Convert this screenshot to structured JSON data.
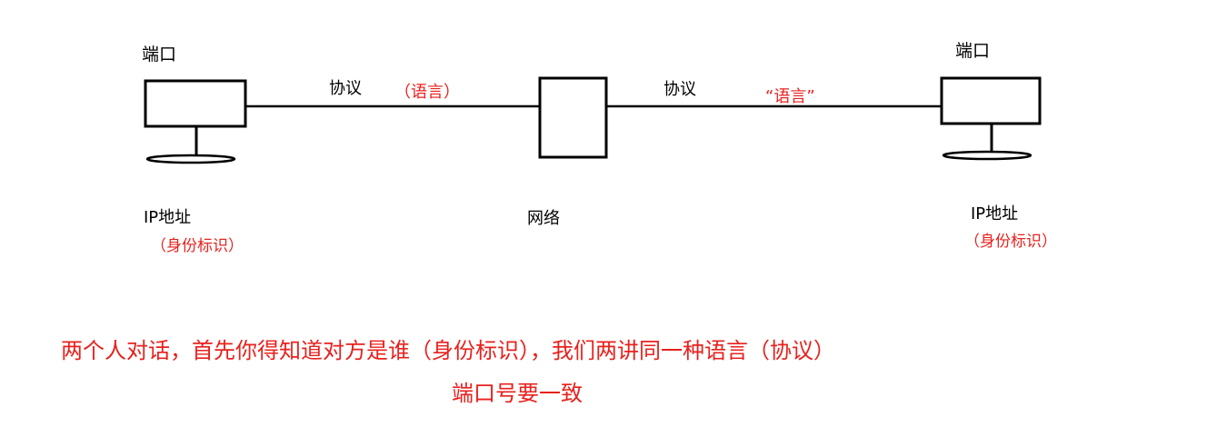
{
  "colors": {
    "line": "#000000",
    "accent_red": "#e8211d",
    "background": "#ffffff"
  },
  "left_host": {
    "port_label": "端口",
    "ip_label": "IP地址",
    "identity_note": "（身份标识）"
  },
  "right_host": {
    "port_label": "端口",
    "ip_label": "IP地址",
    "identity_note": "（身份标识）"
  },
  "network": {
    "label": "网络"
  },
  "left_link": {
    "protocol_label": "协议",
    "language_note": "（语言）"
  },
  "right_link": {
    "protocol_label": "协议",
    "language_note": "“语言”"
  },
  "captions": {
    "line1": "两个人对话，首先你得知道对方是谁（身份标识），我们两讲同一种语言（协议）",
    "line2": "端口号要一致"
  }
}
